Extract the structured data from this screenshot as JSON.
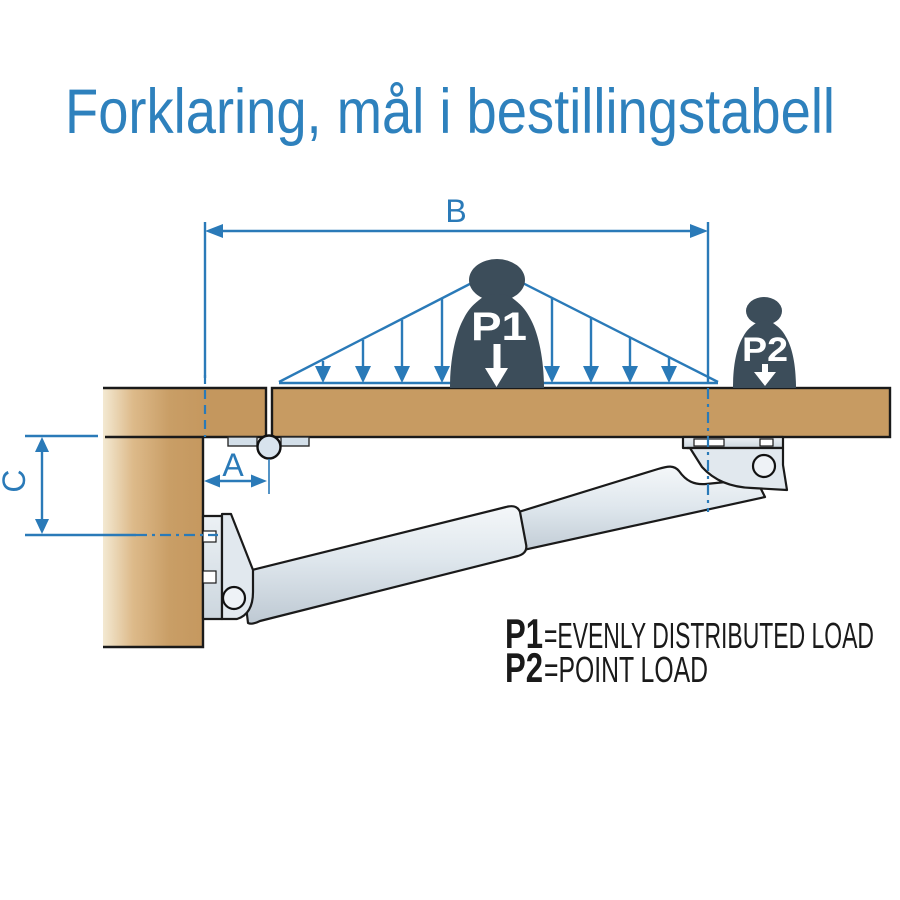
{
  "title": "Forklaring, mål i bestillingstabell",
  "diagram": {
    "dimensions": {
      "a": "A",
      "b": "B",
      "c": "C"
    },
    "weights": {
      "p1": "P1",
      "p2": "P2"
    },
    "legend": {
      "p1_term": "P1",
      "p1_def": "=EVENLY DISTRIBUTED LOAD",
      "p2_term": "P2",
      "p2_def": "=POINT LOAD"
    },
    "colors": {
      "title_blue": "#2e81bd",
      "accent_blue": "#2a7ab8",
      "wood_tan": "#c79b62",
      "weight_slate": "#3c4d5a",
      "bracket_gray": "#e1e8ee",
      "outline_black": "#1a1a1a"
    }
  }
}
